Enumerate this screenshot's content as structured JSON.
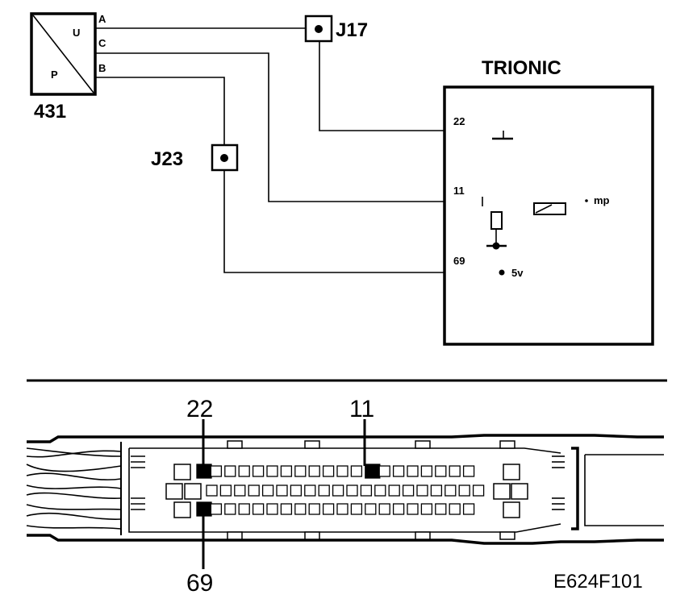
{
  "sensor": {
    "id": "431",
    "letters": {
      "u": "U",
      "p": "P"
    },
    "pins": {
      "a": "A",
      "c": "C",
      "b": "B"
    }
  },
  "junctions": {
    "j17": "J17",
    "j23": "J23"
  },
  "ecu": {
    "title": "TRIONIC",
    "pins": {
      "p22": "22",
      "p11": "11",
      "p69": "69"
    },
    "labels": {
      "five_v": "5v",
      "mp": "mp"
    }
  },
  "connector": {
    "callouts": {
      "top_left": "22",
      "top_right": "11",
      "bottom": "69"
    },
    "highlighted_pins": [
      "22",
      "11",
      "69"
    ]
  },
  "figure_code": "E624F101"
}
